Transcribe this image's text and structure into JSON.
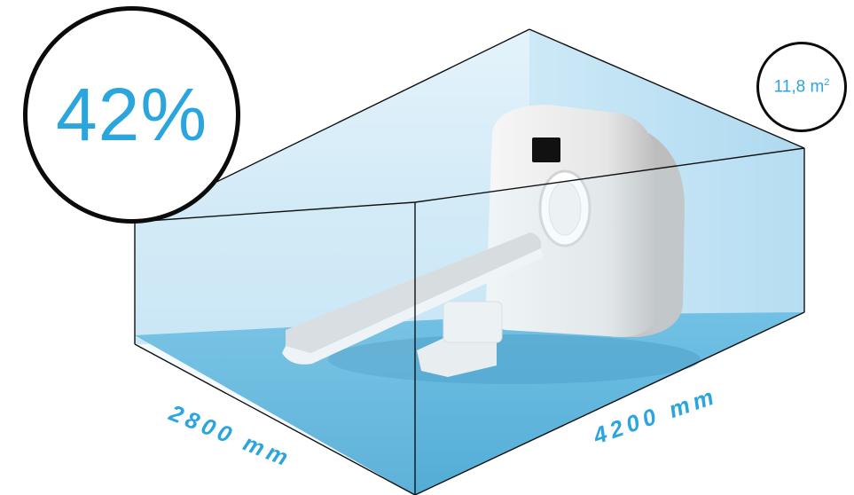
{
  "badges": {
    "percent": "42%",
    "area_value": "11,8 m",
    "area_unit_exp": "2"
  },
  "dimensions": {
    "width": "2800 mm",
    "length": "4200 mm"
  },
  "colors": {
    "accent": "#2ba5de",
    "floor": "#3aa3d3",
    "wall": "#cfe9f7",
    "outline": "#0b0b0b"
  }
}
